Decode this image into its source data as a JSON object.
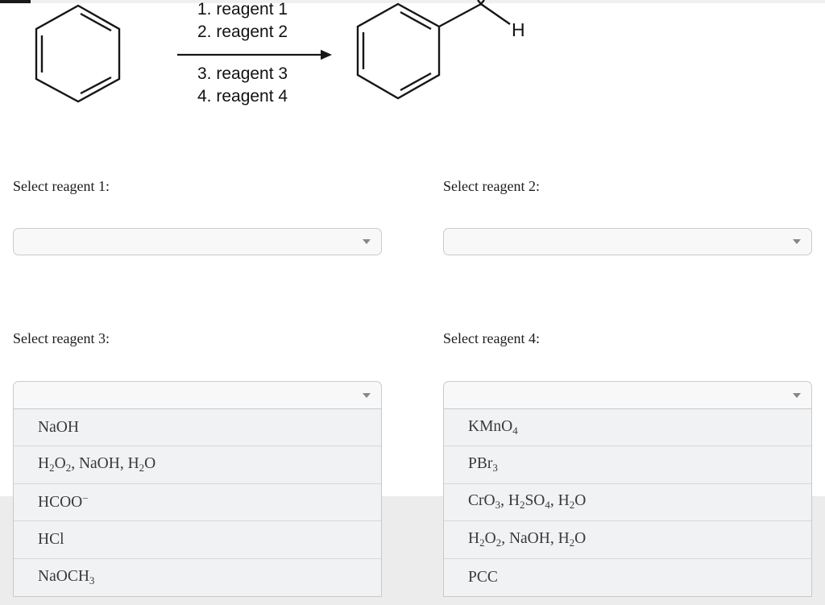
{
  "scheme": {
    "steps_above": [
      "1. reagent 1",
      "2. reagent 2"
    ],
    "steps_below": [
      "3. reagent 3",
      "4. reagent 4"
    ],
    "product_h_label": "H",
    "structure_color": "#161616",
    "reactant": "benzene-ring",
    "product": "benzaldehyde-partial"
  },
  "colors": {
    "page_bg": "#ffffff",
    "lower_bg": "#ececec",
    "select_bg": "#f8f8f9",
    "select_border": "#c9cacc",
    "menu_item_bg": "#f1f2f4",
    "menu_separator": "#d6d7d9",
    "caret": "#85878c",
    "text": "#39393b"
  },
  "selectors": [
    {
      "id": "reagent1",
      "label": "Select reagent 1:",
      "value": "",
      "open": false
    },
    {
      "id": "reagent2",
      "label": "Select reagent 2:",
      "value": "",
      "open": false
    },
    {
      "id": "reagent3",
      "label": "Select reagent 3:",
      "value": "",
      "open": true,
      "options": [
        {
          "text": "NaOH",
          "segments": [
            {
              "text": "NaOH"
            }
          ]
        },
        {
          "text": "H2O2, NaOH, H2O",
          "segments": [
            {
              "text": "H"
            },
            {
              "sub": "2"
            },
            {
              "text": "O"
            },
            {
              "sub": "2"
            },
            {
              "text": ", NaOH, H"
            },
            {
              "sub": "2"
            },
            {
              "text": "O"
            }
          ]
        },
        {
          "text": "HCOO-",
          "segments": [
            {
              "text": "HCOO"
            },
            {
              "sup": "−"
            }
          ]
        },
        {
          "text": "HCl",
          "segments": [
            {
              "text": "HCl"
            }
          ]
        },
        {
          "text": "NaOCH3",
          "segments": [
            {
              "text": "NaOCH"
            },
            {
              "sub": "3"
            }
          ]
        }
      ]
    },
    {
      "id": "reagent4",
      "label": "Select reagent 4:",
      "value": "",
      "open": true,
      "options": [
        {
          "text": "KMnO4",
          "segments": [
            {
              "text": "KMnO"
            },
            {
              "sub": "4"
            }
          ]
        },
        {
          "text": "PBr3",
          "segments": [
            {
              "text": "PBr"
            },
            {
              "sub": "3"
            }
          ]
        },
        {
          "text": "CrO3, H2SO4, H2O",
          "segments": [
            {
              "text": "CrO"
            },
            {
              "sub": "3"
            },
            {
              "text": ", H"
            },
            {
              "sub": "2"
            },
            {
              "text": "SO"
            },
            {
              "sub": "4"
            },
            {
              "text": ", H"
            },
            {
              "sub": "2"
            },
            {
              "text": "O"
            }
          ]
        },
        {
          "text": "H2O2, NaOH, H2O",
          "segments": [
            {
              "text": "H"
            },
            {
              "sub": "2"
            },
            {
              "text": "O"
            },
            {
              "sub": "2"
            },
            {
              "text": ", NaOH, H"
            },
            {
              "sub": "2"
            },
            {
              "text": "O"
            }
          ]
        },
        {
          "text": "PCC",
          "segments": [
            {
              "text": "PCC"
            }
          ]
        }
      ]
    }
  ]
}
